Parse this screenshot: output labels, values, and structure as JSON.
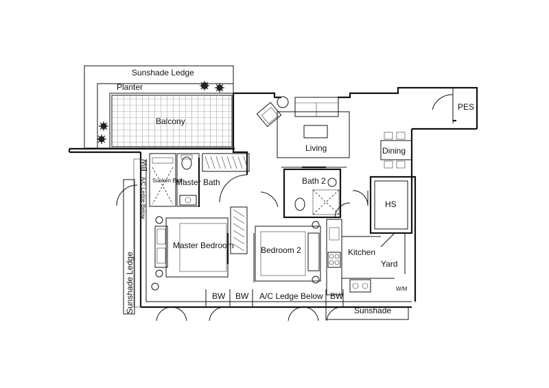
{
  "labels": {
    "sunshade_ledge_top": "Sunshade Ledge",
    "planter": "Planter",
    "balcony": "Balcony",
    "living": "Living",
    "pes": "PES",
    "dining": "Dining",
    "bw_upper": "BW",
    "ac_ledge_below_vertical": "A/C Ledge Below",
    "sunken_bath": "Sunken Bath",
    "master_bath": "Master Bath",
    "bath_2": "Bath 2",
    "hs": "HS",
    "master_bedroom": "Master Bedroom",
    "bedroom_2": "Bedroom 2",
    "kitchen": "Kitchen",
    "yard": "Yard",
    "wm": "W/M",
    "sunshade_ledge_left": "Sunshade Ledge",
    "bw_1": "BW",
    "bw_2": "BW",
    "ac_ledge_below": "A/C Ledge Below",
    "bw_3": "BW",
    "sunshade_bottom": "Sunshade"
  }
}
